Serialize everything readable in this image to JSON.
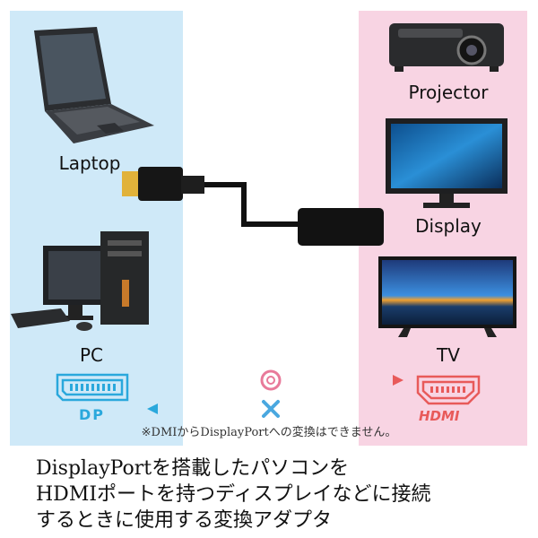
{
  "labels": {
    "laptop": "Laptop",
    "pc": "PC",
    "projector": "Projector",
    "display": "Display",
    "tv": "TV",
    "dp": "DP",
    "hdmi": "HDMI"
  },
  "note": "※DMIからDisplayPortへの変換はできません。",
  "caption": [
    "DisplayPortを搭載したパソコンを",
    "HDMIポートを持つディスプレイなどに接続",
    "するときに使用する変換アダプタ"
  ],
  "colors": {
    "left_panel": "#cfe9f8",
    "right_panel": "#f8d4e3",
    "dp_blue": "#2aa8dc",
    "hdmi_red": "#e85a5a"
  }
}
